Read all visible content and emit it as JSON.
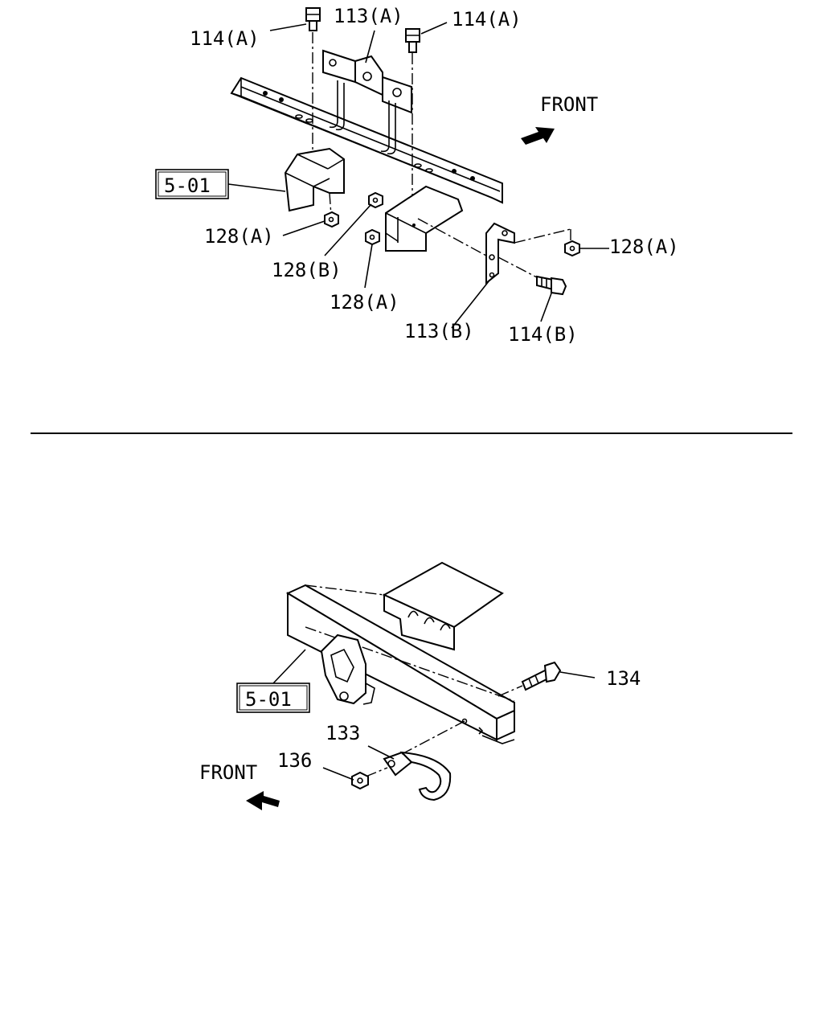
{
  "top": {
    "front_label": "FRONT",
    "ref_box": "5-01",
    "callouts": {
      "c114a_left": "114(A)",
      "c113a": "113(A)",
      "c114a_right": "114(A)",
      "c128a_left": "128(A)",
      "c128b": "128(B)",
      "c128a_mid": "128(A)",
      "c128a_right": "128(A)",
      "c113b": "113(B)",
      "c114b": "114(B)"
    }
  },
  "bottom": {
    "front_label": "FRONT",
    "ref_box": "5-01",
    "callouts": {
      "c134": "134",
      "c133": "133",
      "c136": "136"
    }
  }
}
